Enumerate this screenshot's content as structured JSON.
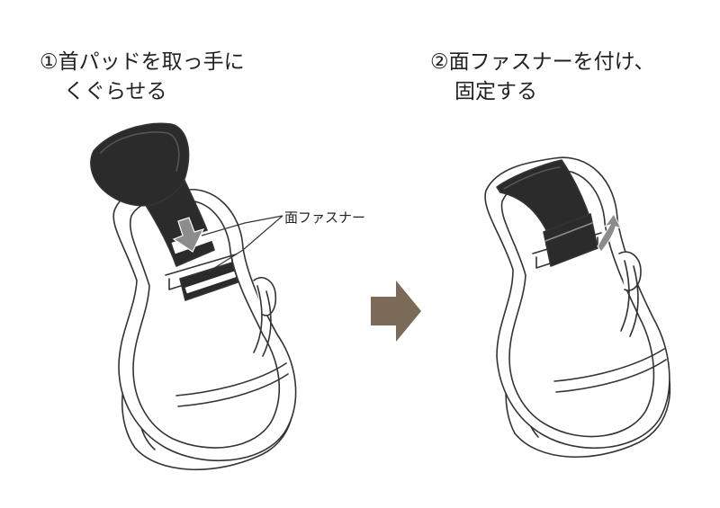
{
  "steps": [
    {
      "number": "①",
      "line1": "首パッドを取っ手に",
      "line2": "くぐらせる"
    },
    {
      "number": "②",
      "line1": "面ファスナーを付け、",
      "line2": "固定する"
    }
  ],
  "callout": {
    "label": "面ファスナー"
  },
  "colors": {
    "pad": "#2b2b2b",
    "outline": "#333333",
    "step_arrow": "#7b6a58",
    "hint_arrow": "#8c8c8c",
    "text": "#222222"
  }
}
